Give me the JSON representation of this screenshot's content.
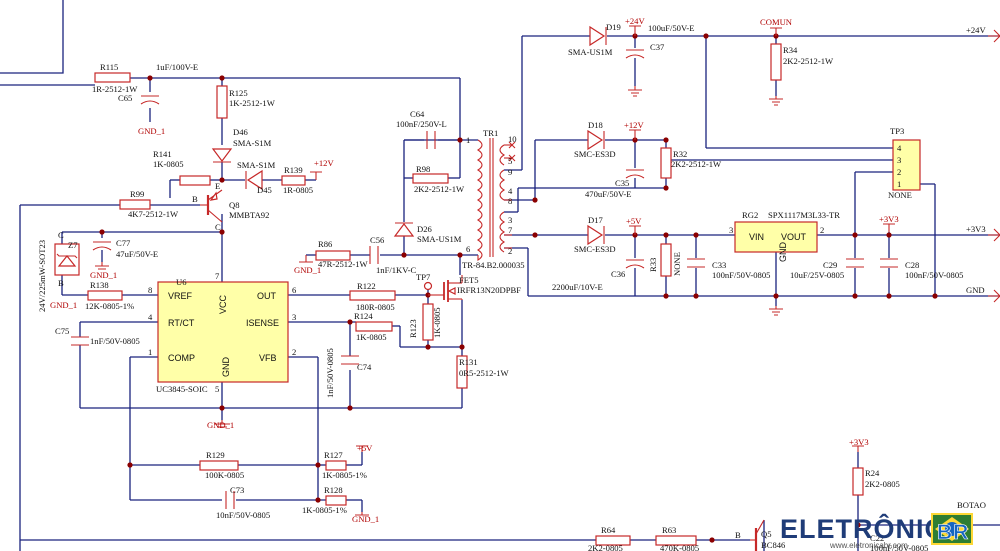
{
  "labels": {
    "R115": "R115",
    "R115v": "1R-2512-1W",
    "C65": "C65",
    "C65v": "1uF/100V-E",
    "GND1a": "GND_1",
    "R125": "R125",
    "R125v": "1K-2512-1W",
    "D46": "D46",
    "D46v": "SMA-S1M",
    "D45": "D45",
    "D45v": "SMA-S1M",
    "R141": "R141",
    "R141v": "1K-0805",
    "R139": "R139",
    "R139v": "1R-0805",
    "P12a": "+12V",
    "R99": "R99",
    "R99v": "4K7-2512-1W",
    "Q8": "Q8",
    "Q8v": "MMBTA92",
    "Z7": "Z7",
    "Z7v": "24V/225mW-SOT23",
    "C77": "C77",
    "C77v": "47uF/50V-E",
    "GND1b": "GND_1",
    "GND1c": "GND_1",
    "U6": "U6",
    "U6v": "UC3845-SOIC",
    "VREF": "VREF",
    "RTCT": "RT/CT",
    "COMP": "COMP",
    "GND": "GND",
    "VCC": "VCC",
    "OUT": "OUT",
    "ISENSE": "ISENSE",
    "VFB": "VFB",
    "pin8": "8",
    "pin4": "4",
    "pin1": "1",
    "pin5": "5",
    "pin7": "7",
    "pin6": "6",
    "pin3": "3",
    "pin2": "2",
    "R138": "R138",
    "R138v": "12K-0805-1%",
    "C75": "C75",
    "C75v": "1nF/50V-0805",
    "GND1d": "GND_1",
    "R86": "R86",
    "R86v": "47R-2512-1W",
    "C56": "C56",
    "C56v": "1nF/1KV-C",
    "GND1e": "GND_1",
    "C64": "C64",
    "C64v": "100nF/250V-L",
    "R98": "R98",
    "R98v": "2K2-2512-1W",
    "D26": "D26",
    "D26v": "SMA-US1M",
    "TR1": "TR1",
    "TR1v": "TR-84.B2.000035",
    "tr1": "1",
    "tr6": "6",
    "tr10": "10",
    "tr5": "5",
    "tr9": "9",
    "tr8": "8",
    "tr4": "4",
    "tr3": "3",
    "tr7": "7",
    "tr2": "2",
    "TP7": "TP7",
    "FET5": "FET5",
    "FET5v": "IRFR13N20DPBF",
    "R122": "R122",
    "R122v": "180R-0805",
    "R124": "R124",
    "R124v": "1K-0805",
    "R123": "R123",
    "R123v": "1K-0805",
    "C74": "C74",
    "C74v": "1nF/50V-0805",
    "R131": "R131",
    "R131v": "0R5-2512-1W",
    "GND1f": "GND_1",
    "R129": "R129",
    "R129v": "100K-0805",
    "R127": "R127",
    "R127v": "1K-0805-1%",
    "P5a": "+5V",
    "C73": "C73",
    "C73v": "10nF/50V-0805",
    "R128": "R128",
    "R128v": "1K-0805-1%",
    "GND1g": "GND_1",
    "D19": "D19",
    "D19v": "SMA-US1M",
    "P24a": "+24V",
    "C37v": "100uF/50V-E",
    "C37": "C37",
    "COMUN": "COMUN",
    "R34": "R34",
    "R34v": "2K2-2512-1W",
    "NET24": "+24V",
    "D18": "D18",
    "D18v": "SMC-ES3D",
    "P12b": "+12V",
    "R32": "R32",
    "R32v": "2K2-2512-1W",
    "C35": "C35",
    "C35v": "470uF/50V-E",
    "D17": "D17",
    "D17v": "SMC-ES3D",
    "P5b": "+5V",
    "C36": "C36",
    "C36v": "2200uF/10V-E",
    "R33": "R33",
    "R33v": "NONE",
    "C33": "C33",
    "C33v": "100nF/50V-0805",
    "TP3": "TP3",
    "TP3v": "NONE",
    "tp4": "4",
    "tp3": "3",
    "tp2": "2",
    "tp1": "1",
    "RG2": "RG2",
    "RG2v": "SPX1117M3L33-TR",
    "VIN": "VIN",
    "VOUT": "VOUT",
    "RGGND": "GND",
    "rg3": "3",
    "rg2": "2",
    "C29": "C29",
    "C29v": "10uF/25V-0805",
    "P33a": "+3V3",
    "C28": "C28",
    "C28v": "100nF/50V-0805",
    "NET33": "+3V3",
    "NETGND": "GND",
    "P33b": "+3V3",
    "R24": "R24",
    "R24v": "2K2-0805",
    "R64": "R64",
    "R64v": "2K2-0805",
    "R63": "R63",
    "R63v": "470K-0805",
    "Q5": "Q5",
    "Q5v": "BC846",
    "QB": "B",
    "C22": "C22",
    "C22v": "100nF/50V-0805",
    "BOTAO": "BOTAO",
    "zc": "C",
    "zb": "B",
    "qc": "C",
    "qb": "B",
    "qe": "E"
  },
  "logo": {
    "main": "ELETRÔNICA",
    "badge": "BR",
    "url": "www.eletronicabr.com"
  },
  "colors": {
    "wire": "#1a237e",
    "part": "#c62828",
    "ic_fill": "#ffffa8",
    "junction": "#8b0000"
  }
}
